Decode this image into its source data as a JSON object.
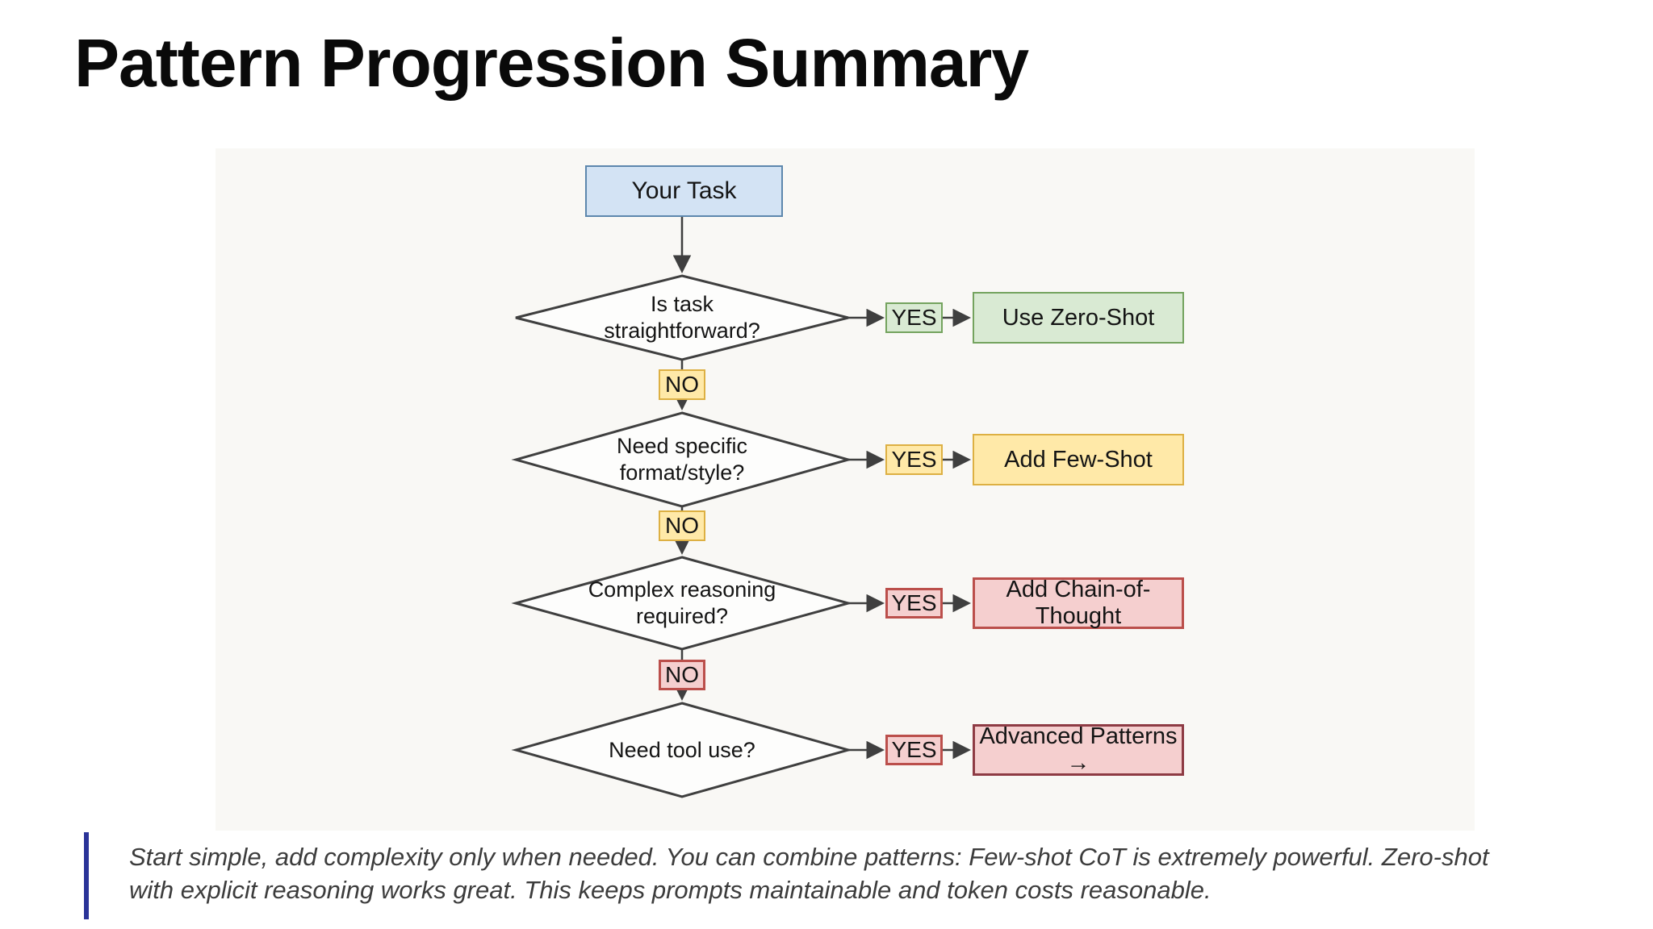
{
  "slide": {
    "title": "Pattern Progression Summary"
  },
  "flowchart": {
    "start_label": "Your Task",
    "rows": [
      {
        "question": "Is task\nstraightforward?",
        "yes": "YES",
        "no": "NO",
        "result": "Use Zero-Shot"
      },
      {
        "question": "Need specific\nformat/style?",
        "yes": "YES",
        "no": "NO",
        "result": "Add Few-Shot"
      },
      {
        "question": "Complex reasoning\nrequired?",
        "yes": "YES",
        "no": "NO",
        "result": "Add Chain-of-Thought"
      },
      {
        "question": "Need tool use?",
        "yes": "YES",
        "result": "Advanced Patterns →"
      }
    ],
    "colors": {
      "start_fill": "#d3e3f4",
      "start_border": "#5d87ad",
      "green_fill": "#d9ead3",
      "green_border": "#74a35e",
      "yellow_fill": "#ffe9a8",
      "yellow_border": "#ddb043",
      "pink_fill": "#f5cfcf",
      "pink_border": "#bb4f4b",
      "dark_red_border": "#8e3b44",
      "line": "#3f3f3f",
      "accent_bar": "#2a3398"
    }
  },
  "footer": {
    "text": "Start simple, add complexity only when needed. You can combine patterns: Few-shot CoT is extremely powerful. Zero-shot\nwith explicit reasoning works great. This keeps prompts maintainable and token costs reasonable."
  }
}
